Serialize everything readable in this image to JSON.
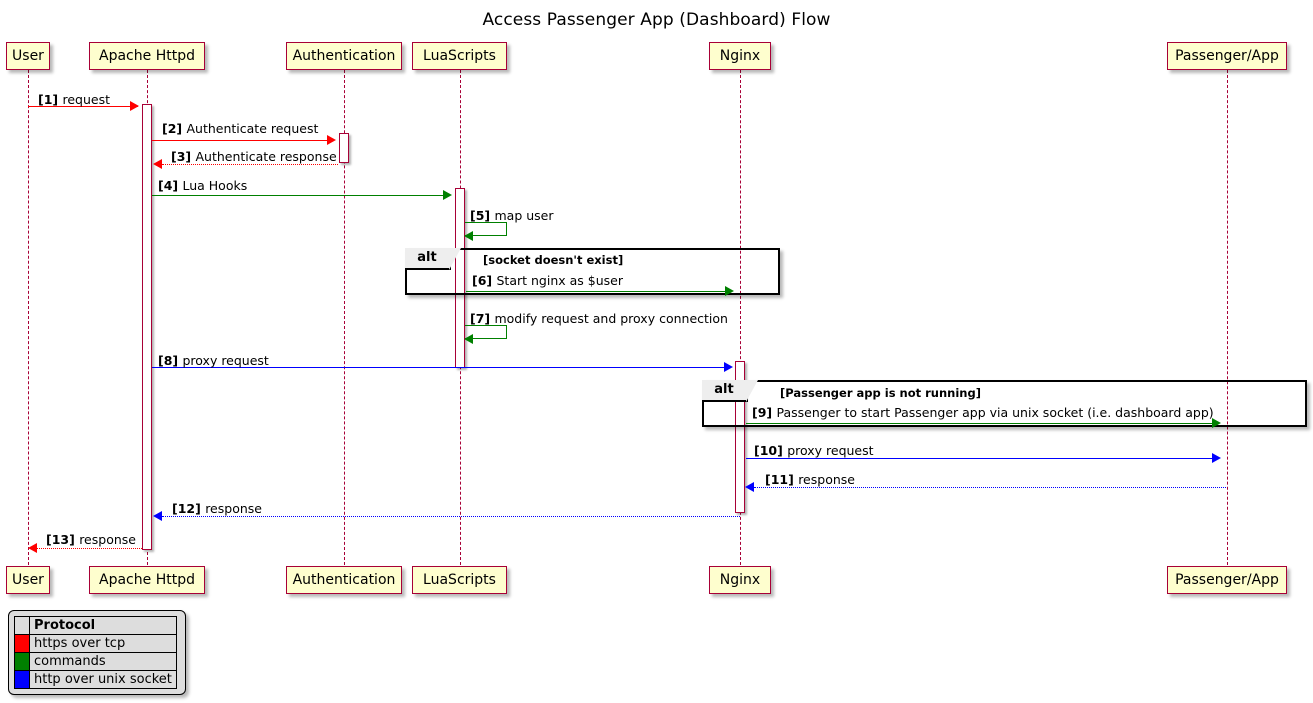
{
  "diagram": {
    "title": "Access Passenger App (Dashboard) Flow",
    "type": "sequence-diagram"
  },
  "colors": {
    "participant_fill": "#FEFECE",
    "participant_border": "#A80036",
    "lifeline": "#A80036",
    "https_over_tcp": "#FF0000",
    "commands": "#008000",
    "http_over_unix_socket": "#0000FF",
    "alt_border": "#000000",
    "alt_tag_fill": "#EEEEEE",
    "legend_fill": "#DDDDDD"
  },
  "participants": [
    {
      "id": "user",
      "label": "User"
    },
    {
      "id": "apache",
      "label": "Apache Httpd"
    },
    {
      "id": "auth",
      "label": "Authentication"
    },
    {
      "id": "lua",
      "label": "LuaScripts"
    },
    {
      "id": "nginx",
      "label": "Nginx"
    },
    {
      "id": "passenger",
      "label": "Passenger/App"
    }
  ],
  "messages": [
    {
      "num": "[1]",
      "text": "request",
      "from": "user",
      "to": "apache",
      "style": "solid",
      "color": "#FF0000"
    },
    {
      "num": "[2]",
      "text": "Authenticate request",
      "from": "apache",
      "to": "auth",
      "style": "solid",
      "color": "#FF0000"
    },
    {
      "num": "[3]",
      "text": "Authenticate response",
      "from": "auth",
      "to": "apache",
      "style": "dotted",
      "color": "#FF0000"
    },
    {
      "num": "[4]",
      "text": "Lua Hooks",
      "from": "apache",
      "to": "lua",
      "style": "solid",
      "color": "#008000"
    },
    {
      "num": "[5]",
      "text": "map user",
      "from": "lua",
      "to": "lua",
      "style": "solid",
      "color": "#008000"
    },
    {
      "num": "[6]",
      "text": "Start nginx as $user",
      "from": "lua",
      "to": "nginx",
      "style": "solid",
      "color": "#008000"
    },
    {
      "num": "[7]",
      "text": "modify request and proxy connection",
      "from": "lua",
      "to": "lua",
      "style": "solid",
      "color": "#008000"
    },
    {
      "num": "[8]",
      "text": "proxy request",
      "from": "apache",
      "to": "nginx",
      "style": "solid",
      "color": "#0000FF"
    },
    {
      "num": "[9]",
      "text": "Passenger to start Passenger app via unix socket (i.e. dashboard app)",
      "from": "nginx",
      "to": "passenger",
      "style": "solid",
      "color": "#008000"
    },
    {
      "num": "[10]",
      "text": "proxy request",
      "from": "nginx",
      "to": "passenger",
      "style": "solid",
      "color": "#0000FF"
    },
    {
      "num": "[11]",
      "text": "response",
      "from": "passenger",
      "to": "nginx",
      "style": "dotted",
      "color": "#0000FF"
    },
    {
      "num": "[12]",
      "text": "response",
      "from": "nginx",
      "to": "apache",
      "style": "dotted",
      "color": "#0000FF"
    },
    {
      "num": "[13]",
      "text": "response",
      "from": "apache",
      "to": "user",
      "style": "dotted",
      "color": "#FF0000"
    }
  ],
  "fragments": [
    {
      "id": "alt1",
      "label": "alt",
      "condition": "[socket doesn't exist]"
    },
    {
      "id": "alt2",
      "label": "alt",
      "condition": "[Passenger app is not running]"
    }
  ],
  "legend": {
    "header_swatch": "",
    "header": "Protocol",
    "rows": [
      {
        "color": "#FF0000",
        "label": "https over tcp"
      },
      {
        "color": "#008000",
        "label": "commands"
      },
      {
        "color": "#0000FF",
        "label": "http over unix socket"
      }
    ]
  }
}
